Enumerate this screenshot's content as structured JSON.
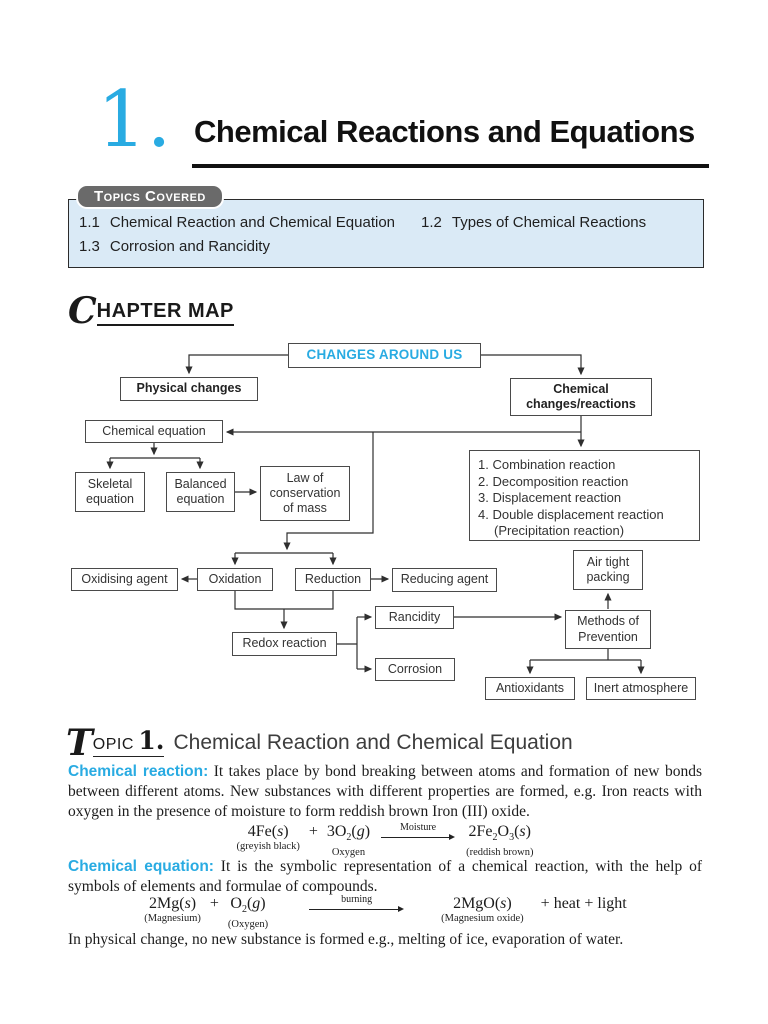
{
  "page": {
    "chapter_number": "1.",
    "title": "Chemical Reactions and Equations"
  },
  "topics_covered": {
    "badge": "Topics Covered",
    "items": [
      {
        "num": "1.1",
        "label": "Chemical Reaction and Chemical Equation"
      },
      {
        "num": "1.2",
        "label": "Types of Chemical Reactions"
      },
      {
        "num": "1.3",
        "label": "Corrosion and Rancidity"
      }
    ]
  },
  "chapter_map": {
    "heading_initial": "C",
    "heading_rest": "HAPTER MAP",
    "nodes": {
      "changes_around_us": "CHANGES AROUND US",
      "physical_changes": "Physical changes",
      "chemical_changes": "Chemical\nchanges/reactions",
      "chemical_equation": "Chemical equation",
      "skeletal_equation": "Skeletal\nequation",
      "balanced_equation": "Balanced\nequation",
      "law_of_conservation": "Law of\nconservation\nof mass",
      "reaction_types": [
        "1. Combination reaction",
        "2. Decomposition reaction",
        "3. Displacement reaction",
        "4. Double displacement reaction\n(Precipitation reaction)"
      ],
      "oxidising_agent": "Oxidising agent",
      "oxidation": "Oxidation",
      "reduction": "Reduction",
      "reducing_agent": "Reducing agent",
      "air_tight_packing": "Air tight\npacking",
      "rancidity": "Rancidity",
      "methods_of_prevention": "Methods of\nPrevention",
      "redox_reaction": "Redox reaction",
      "corrosion": "Corrosion",
      "antioxidants": "Antioxidants",
      "inert_atmosphere": "Inert atmosphere"
    }
  },
  "topic1": {
    "heading_initial": "T",
    "heading_word": "OPIC",
    "heading_number": "1.",
    "heading_title": "Chemical Reaction and Chemical Equation",
    "chemical_reaction": {
      "lead": "Chemical reaction:",
      "text": " It takes place by bond breaking between atoms and formation of new bonds between different atoms. New substances with different properties are formed, e.g. Iron reacts with oxygen in the presence of moisture to form reddish brown Iron (III) oxide."
    },
    "equation1": {
      "term1": {
        "formula": "4Fe(<i>s</i>)",
        "label": "(greyish black)"
      },
      "plus": "+",
      "term2": {
        "formula": "3O<sub>2</sub>(<i>g</i>)",
        "label": "Oxygen"
      },
      "arrow_label": "Moisture",
      "term3": {
        "formula": "2Fe<sub>2</sub>O<sub>3</sub>(<i>s</i>)",
        "label": "(reddish brown)"
      }
    },
    "chemical_equation": {
      "lead": "Chemical equation:",
      "text": " It is the symbolic representation of a chemical reaction, with the help of symbols of elements and formulae of compounds."
    },
    "equation2": {
      "term1": {
        "formula": "2Mg(<i>s</i>)",
        "label": "(Magnesium)"
      },
      "plus": "+",
      "term2": {
        "formula": "O<sub>2</sub>(<i>g</i>)",
        "label": "(Oxygen)"
      },
      "arrow_label": "burning",
      "term3": {
        "formula": "2MgO(<i>s</i>)",
        "label": "(Magnesium oxide)"
      },
      "tail": "+ heat + light"
    },
    "closing": "In physical change, no new substance is formed e.g., melting of ice, evaporation of water."
  },
  "colors": {
    "accent": "#29abe2",
    "topics_bg": "#daeaf6",
    "badge_bg": "#6a6a6a",
    "box_border": "#4a4a4a"
  }
}
